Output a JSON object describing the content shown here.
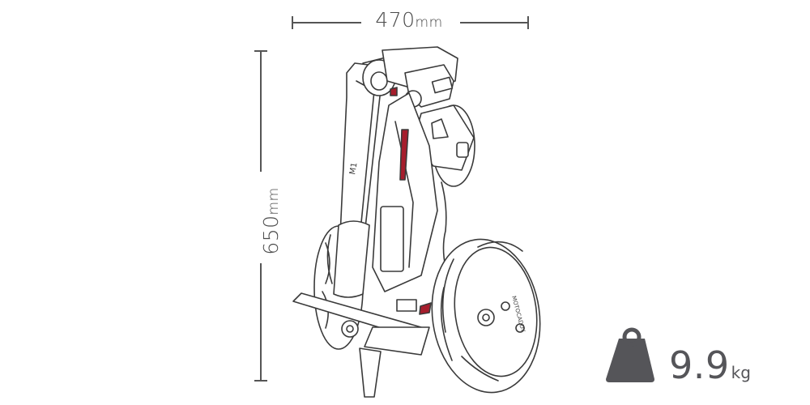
{
  "dimensions": {
    "width_value": "470",
    "width_unit": "mm",
    "height_value": "650",
    "height_unit": "mm"
  },
  "weight": {
    "value": "9.9",
    "unit": "kg",
    "icon": "weight-icon"
  },
  "product": {
    "model_badge": "M1",
    "brand_mark": "MOTOCADDY"
  },
  "colors": {
    "line": "#555555",
    "accent": "#a61d2c",
    "weight_icon": "#555559"
  }
}
